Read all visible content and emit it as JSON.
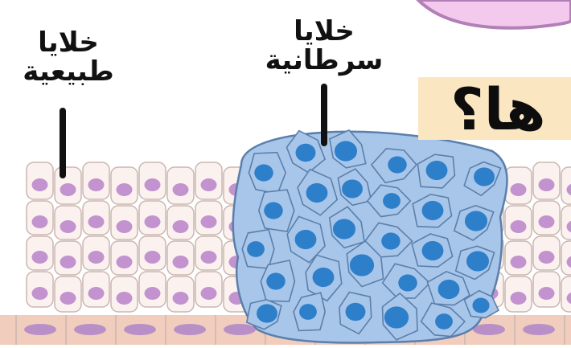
{
  "labels": {
    "normal_cells": "خلايا طبيعية",
    "normal_line1": "خلايا",
    "normal_line2": "طبيعية",
    "cancer_cells": "خلايا سرطانية",
    "cancer_line1": "خلايا",
    "cancer_line2": "سرطانية"
  },
  "banner": {
    "text": "ها؟"
  },
  "colors": {
    "background": "#ffffff",
    "normal_cell_fill": "#fbf1ee",
    "normal_cell_stroke": "#c9b7b0",
    "normal_nucleus": "#c293cf",
    "basal_layer": "#f1cdbd",
    "basal_nucleus": "#b98fc7",
    "cancer_cell_fill": "#a8c6ea",
    "cancer_cell_stroke": "#5b7fab",
    "cancer_nucleus": "#2e7fca",
    "banner_bg": "#fbe6c2",
    "bubble": "#f3c9ee",
    "bubble_stroke": "#b27fb6",
    "pointer": "#111111"
  },
  "icons": [
    "normal-cell-icon",
    "cancer-cell-icon",
    "speech-bubble-icon"
  ]
}
